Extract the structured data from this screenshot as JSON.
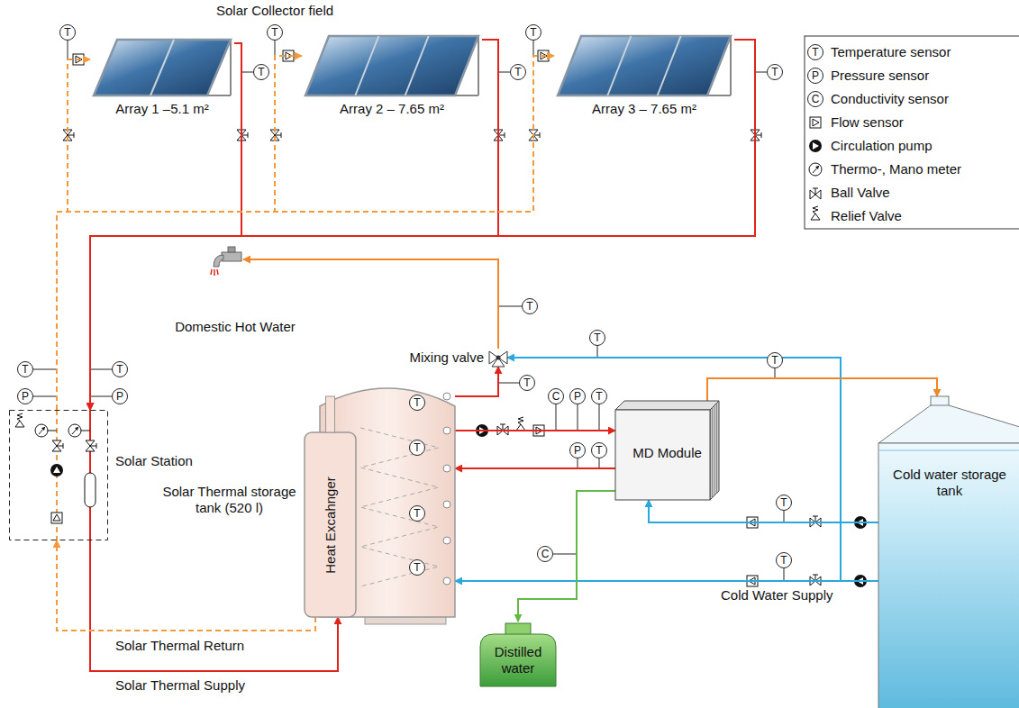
{
  "diagram": {
    "title": "Solar Collector field",
    "nodes": [
      {
        "text": [
          "Array 1 –5.1 m²"
        ]
      },
      {
        "text": [
          "Array 2 – 7.65 m²"
        ]
      },
      {
        "text": [
          "Array 3 – 7.65 m²"
        ]
      },
      {
        "text": [
          "Domestic Hot Water"
        ]
      },
      {
        "text": [
          "Mixing valve"
        ]
      },
      {
        "text": [
          "Solar Station"
        ]
      },
      {
        "text": [
          "Solar Thermal storage tank (520 l)"
        ]
      },
      {
        "text": [
          "Heat Excahnger"
        ],
        "in": 6
      },
      {
        "text": [
          "MD Module"
        ]
      },
      {
        "text": [
          "Cold water storage tank"
        ]
      },
      {
        "text": [
          "Distilled water"
        ]
      }
    ],
    "edges": [
      {
        "from": 0,
        "to": 5,
        "arrow": "to"
      },
      {
        "from": 1,
        "to": 5,
        "arrow": "to"
      },
      {
        "from": 2,
        "to": 5,
        "arrow": "to"
      },
      {
        "from": 5,
        "to": 7,
        "arrow": "to"
      },
      {
        "from": 7,
        "to": 5,
        "arrow": "to"
      },
      {
        "from": 5,
        "to": 0,
        "arrow": "to"
      },
      {
        "from": 5,
        "to": 1,
        "arrow": "to"
      },
      {
        "from": 5,
        "to": 2,
        "arrow": "to"
      },
      {
        "from": 6,
        "to": 4,
        "arrow": "to"
      },
      {
        "from": 4,
        "to": 3,
        "arrow": "to"
      },
      {
        "from": 9,
        "to": 4,
        "arrow": "to"
      },
      {
        "from": 9,
        "to": 6,
        "arrow": "to"
      },
      {
        "from": 6,
        "to": 8,
        "arrow": "to"
      },
      {
        "from": 8,
        "to": 6,
        "arrow": "to"
      },
      {
        "from": 8,
        "to": 10,
        "arrow": "to"
      },
      {
        "from": 9,
        "to": 8,
        "arrow": "to"
      },
      {
        "from": 8,
        "to": 9,
        "arrow": "to"
      }
    ],
    "labels": [
      "T",
      "T",
      "T",
      "T",
      "T",
      "T",
      "T",
      "P",
      "C",
      "T",
      "P",
      "T",
      "P",
      "T",
      "T",
      "T",
      "T",
      "C",
      "P",
      "T",
      "T",
      "P",
      "T",
      "T",
      "T",
      "T",
      "C",
      "T",
      "T",
      "Cold Water Supply",
      "Solar Thermal Return",
      "Solar Thermal Supply"
    ],
    "legend": [
      {
        "text": "Temperature sensor"
      },
      {
        "text": "Pressure sensor"
      },
      {
        "text": "Conductivity sensor"
      },
      {
        "text": "Flow sensor"
      },
      {
        "text": "Circulation pump"
      },
      {
        "text": "Thermo-, Mano meter"
      },
      {
        "text": "Ball Valve"
      },
      {
        "text": "Relief Valve"
      }
    ]
  }
}
